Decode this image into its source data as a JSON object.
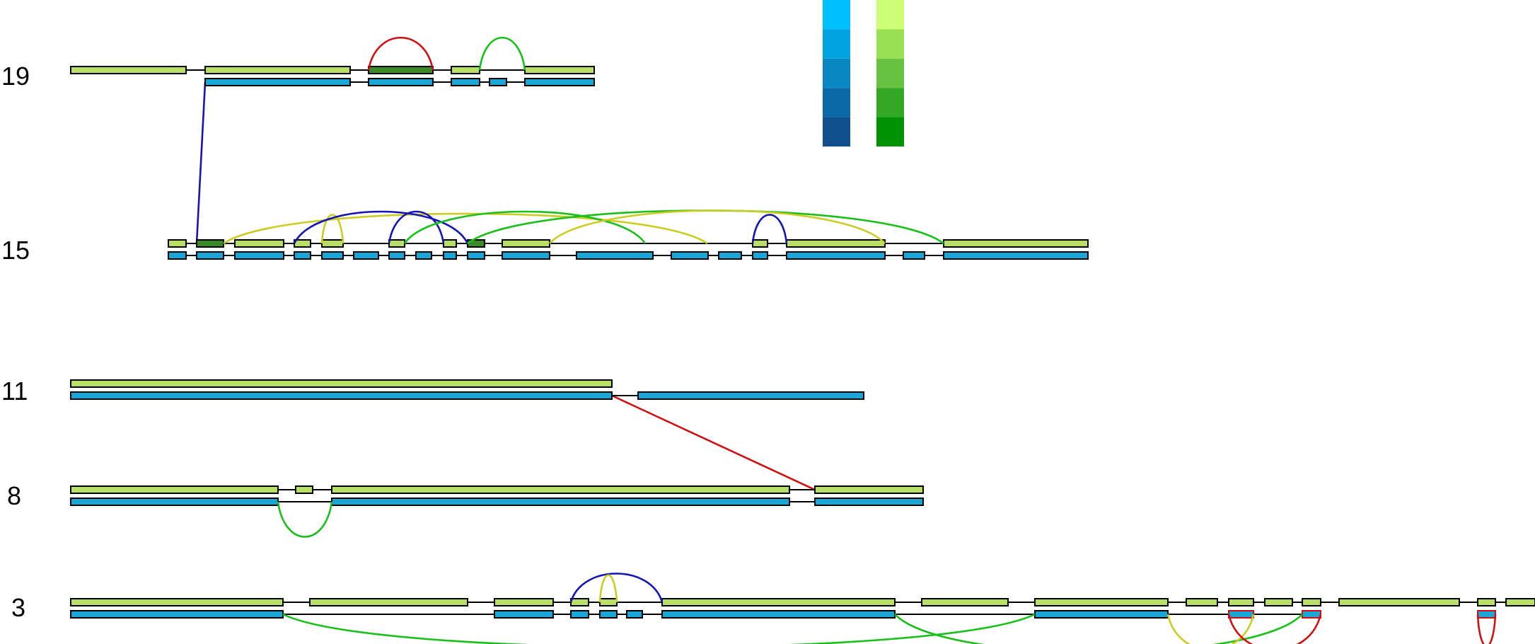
{
  "colors": {
    "top_track": "#b8e068",
    "top_track_dark": "#3a8a28",
    "bottom_track": "#1aa7d8",
    "link_red": "#d01010",
    "link_green": "#18c018",
    "link_blue": "#1515b5",
    "link_yellow": "#cccc20"
  },
  "legend": {
    "blue_scale": [
      "#00bfff",
      "#00a3e0",
      "#0887c2",
      "#0a6aa8",
      "#124f8e"
    ],
    "green_scale": [
      "#ccff77",
      "#99e055",
      "#66c240",
      "#33a825",
      "#009100"
    ]
  },
  "rows": [
    {
      "label": "19"
    },
    {
      "label": "15"
    },
    {
      "label": "11"
    },
    {
      "label": "8"
    },
    {
      "label": "3"
    }
  ]
}
